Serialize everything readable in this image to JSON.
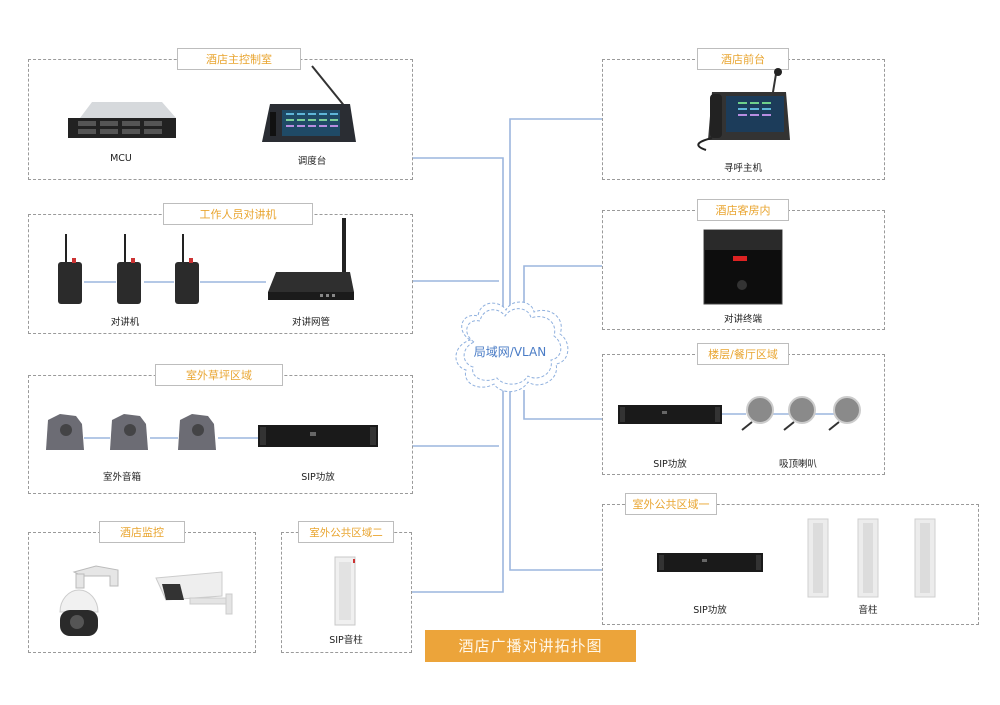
{
  "diagram": {
    "title": "酒店广播对讲拓扑图",
    "network": {
      "label": "局域网/VLAN"
    },
    "colors": {
      "accent_title": "#e9a530",
      "banner_bg": "#eca43a",
      "link": "#9cb6de",
      "network_text": "#4a7cc6",
      "zone_border": "#9a9a9a"
    },
    "zones": {
      "control_room": {
        "title": "酒店主控制室",
        "devices": [
          {
            "label": "MCU",
            "icon": "rack-server-icon"
          },
          {
            "label": "调度台",
            "icon": "dispatch-console-icon"
          }
        ]
      },
      "staff_radio": {
        "title": "工作人员对讲机",
        "devices": [
          {
            "label": "对讲机",
            "icon": "walkie-talkie-icon",
            "count": 3
          },
          {
            "label": "对讲网管",
            "icon": "radio-gateway-icon"
          }
        ]
      },
      "lawn": {
        "title": "室外草坪区域",
        "devices": [
          {
            "label": "室外音箱",
            "icon": "rock-speaker-icon",
            "count": 3
          },
          {
            "label": "SIP功放",
            "icon": "sip-amplifier-icon"
          }
        ]
      },
      "monitoring": {
        "title": "酒店监控",
        "devices": [
          {
            "label": "",
            "icon": "dome-camera-icon"
          },
          {
            "label": "",
            "icon": "bullet-camera-icon"
          }
        ]
      },
      "outdoor_public_2": {
        "title": "室外公共区域二",
        "devices": [
          {
            "label": "SIP音柱",
            "icon": "column-speaker-icon"
          }
        ]
      },
      "front_desk": {
        "title": "酒店前台",
        "devices": [
          {
            "label": "寻呼主机",
            "icon": "paging-console-icon"
          }
        ]
      },
      "guest_room": {
        "title": "酒店客房内",
        "devices": [
          {
            "label": "对讲终端",
            "icon": "intercom-terminal-icon"
          }
        ]
      },
      "floor_restaurant": {
        "title": "楼层/餐厅区域",
        "devices": [
          {
            "label": "SIP功放",
            "icon": "sip-amplifier-icon"
          },
          {
            "label": "吸顶喇叭",
            "icon": "ceiling-speaker-icon",
            "count": 3
          }
        ]
      },
      "outdoor_public_1": {
        "title": "室外公共区域一",
        "devices": [
          {
            "label": "SIP功放",
            "icon": "sip-amplifier-icon"
          },
          {
            "label": "音柱",
            "icon": "column-speaker-icon",
            "count": 3
          }
        ]
      }
    }
  }
}
